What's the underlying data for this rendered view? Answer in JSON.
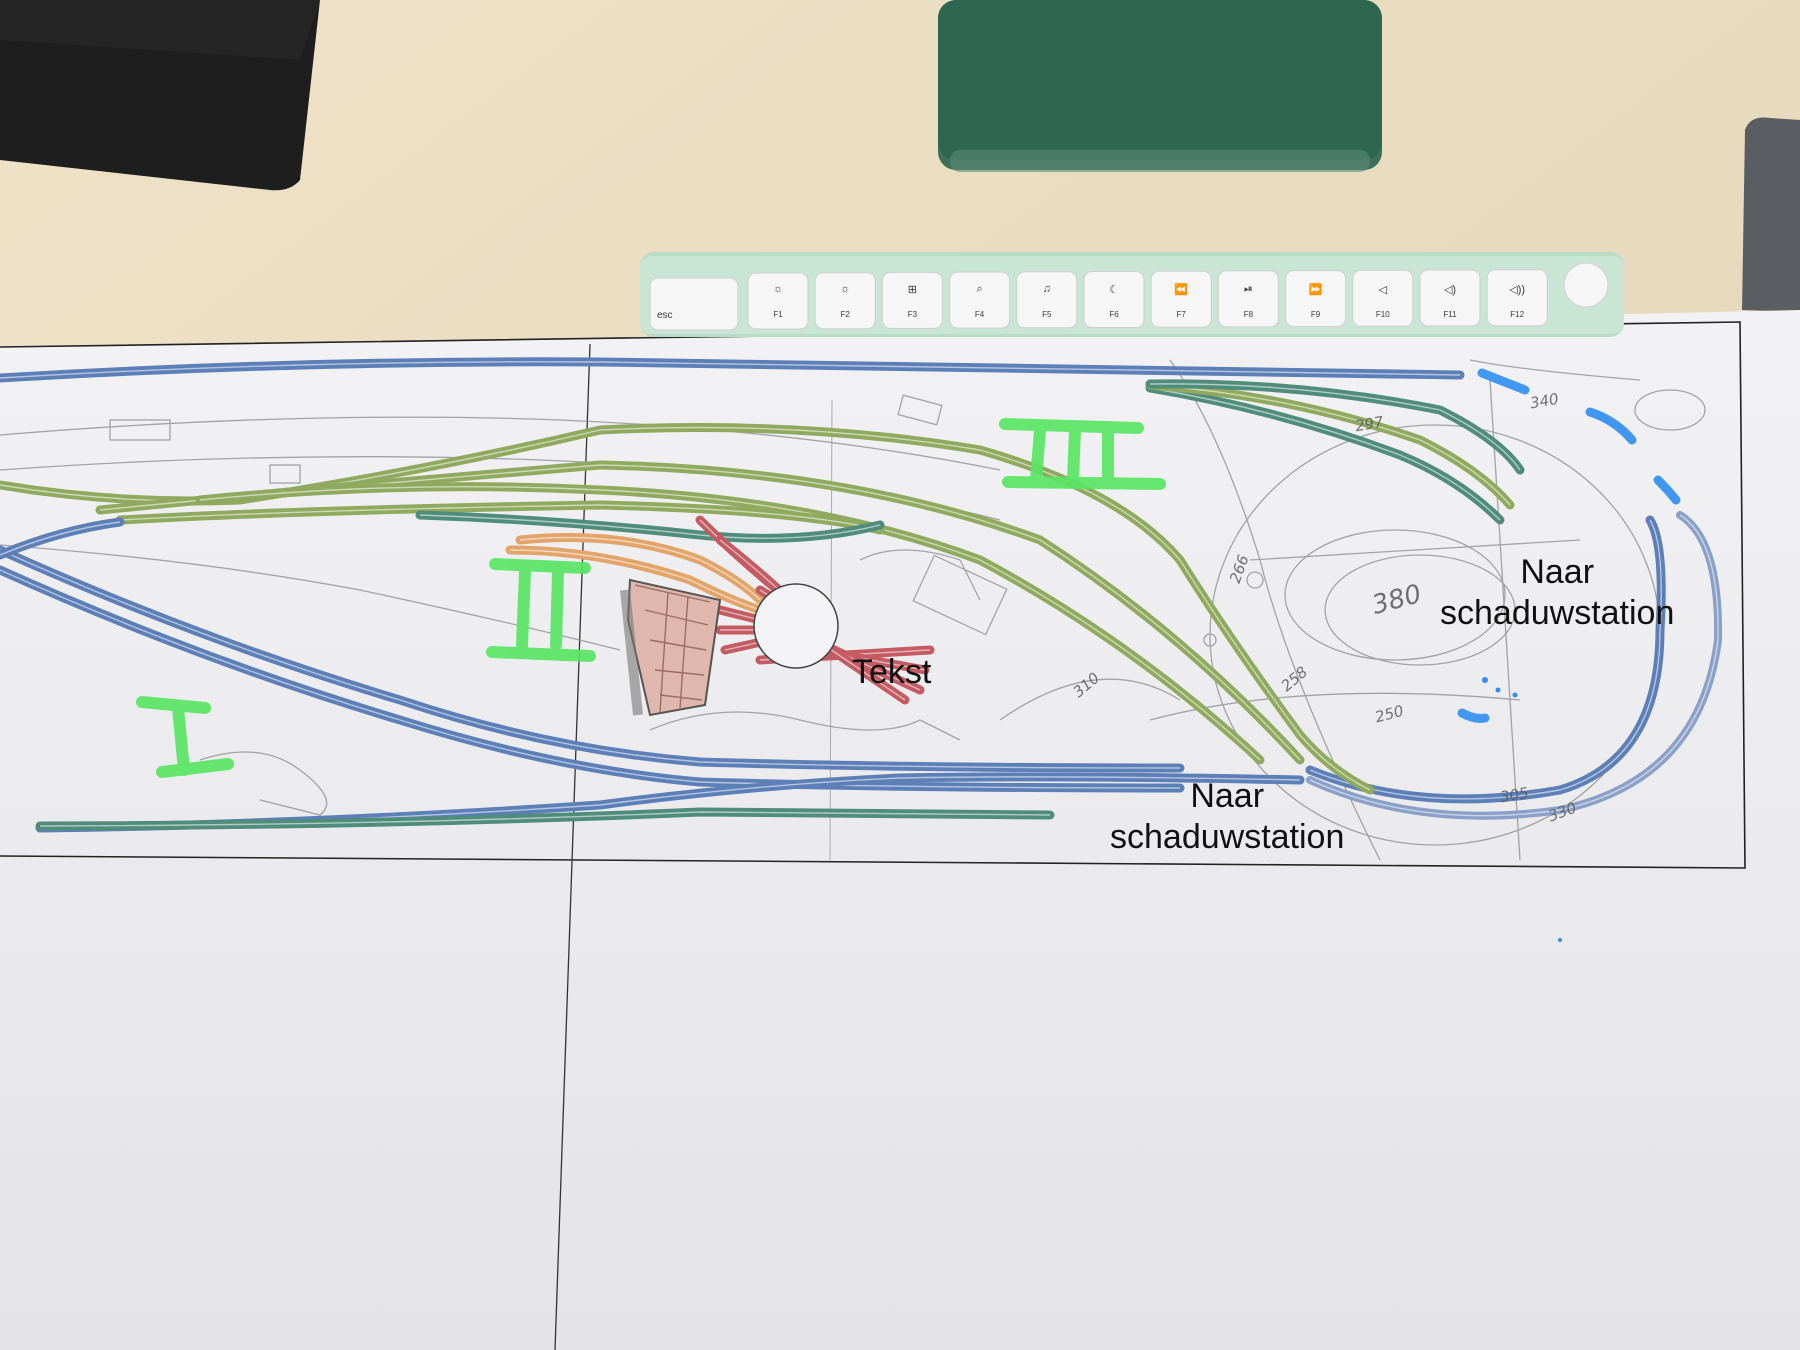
{
  "keyboard": {
    "esc_label": "esc",
    "keys": [
      {
        "glyph": "☼",
        "label": "F1"
      },
      {
        "glyph": "☼",
        "label": "F2"
      },
      {
        "glyph": "⊞",
        "label": "F3"
      },
      {
        "glyph": "⌕",
        "label": "F4"
      },
      {
        "glyph": "♫",
        "label": "F5"
      },
      {
        "glyph": "☾",
        "label": "F6"
      },
      {
        "glyph": "⏪",
        "label": "F7"
      },
      {
        "glyph": "⏯",
        "label": "F8"
      },
      {
        "glyph": "⏩",
        "label": "F9"
      },
      {
        "glyph": "◁",
        "label": "F10"
      },
      {
        "glyph": "◁)",
        "label": "F11"
      },
      {
        "glyph": "◁))",
        "label": "F12"
      }
    ]
  },
  "plan": {
    "label_tekst": "Tekst",
    "label_shadow_right_line1": "Naar",
    "label_shadow_right_line2": "schaduwstation",
    "label_shadow_bottom_line1": "Naar",
    "label_shadow_bottom_line2": "schaduwstation",
    "level_1": "I",
    "level_2": "II",
    "level_3": "III"
  },
  "pencil_notes": [
    "340",
    "380",
    "310",
    "250",
    "266",
    "305",
    "330",
    "297",
    "258"
  ],
  "colors": {
    "desk": "#e9dcc2",
    "paper": "#eeeef0",
    "track_blue": "#5d7fb8",
    "track_green": "#8fa95e",
    "track_teal": "#4f8c7a",
    "track_red": "#c45b63",
    "track_orange": "#e3a46a",
    "marker_green": "#56e660",
    "marker_blue": "#2f8ef0",
    "keyboard_body": "#b9dcc8"
  }
}
